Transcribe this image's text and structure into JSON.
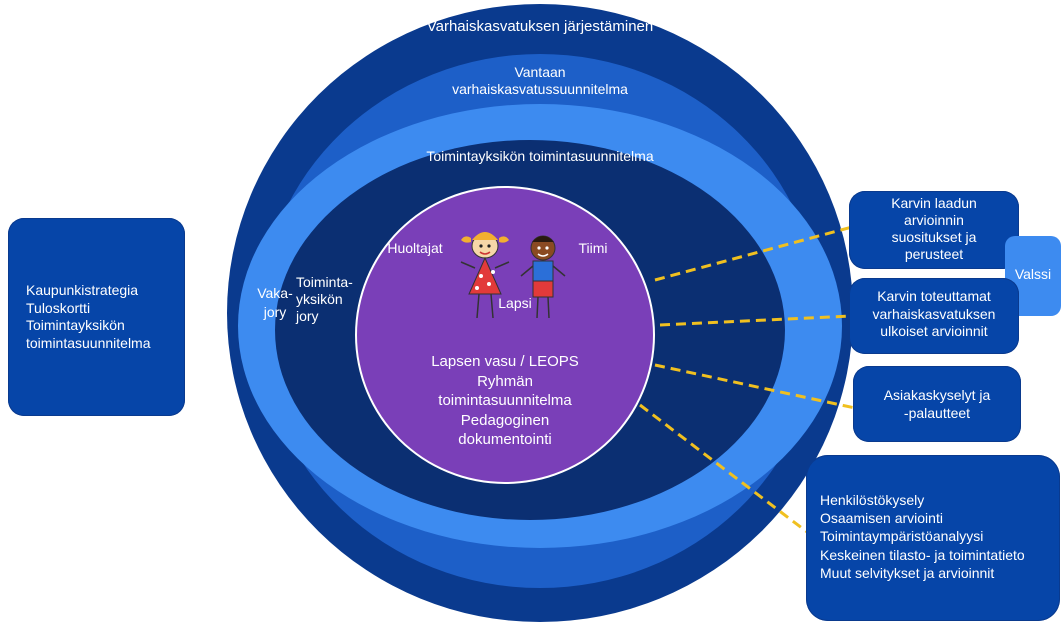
{
  "rings": {
    "outer": "Varhaiskasvatuksen järjestäminen",
    "vantaa": [
      "Vantaan",
      "varhaiskasvatussuunnitelma"
    ],
    "unit": "Toimintayksikön toimintasuunnitelma",
    "vakajory": [
      "Vaka-",
      "jory"
    ],
    "toimintajory": [
      "Toiminta-",
      "yksikön",
      "jory"
    ]
  },
  "center": {
    "left_label": "Huoltajat",
    "right_label": "Tiimi",
    "child_label": "Lapsi",
    "lines": [
      "Lapsen vasu / LEOPS",
      "Ryhmän",
      "toimintasuunnitelma",
      "Pedagoginen",
      "dokumentointi"
    ]
  },
  "left_box": {
    "lines": [
      "Kaupunkistrategia",
      "Tuloskortti",
      "Toimintayksikön",
      "toimintasuunnitelma"
    ]
  },
  "right_boxes": {
    "karvi_recommendations": [
      "Karvin laadun",
      "arvioinnin",
      "suositukset ja",
      "perusteet"
    ],
    "valssi": "Valssi",
    "karvi_external": [
      "Karvin toteuttamat",
      "varhaiskasvatuksen",
      "ulkoiset arvioinnit"
    ],
    "customer_surveys": [
      "Asiakaskyselyt ja",
      "-palautteet"
    ],
    "staff": [
      "Henkilöstökysely",
      "Osaamisen arviointi",
      "Toimintaympäristöanalyysi",
      "Keskeinen tilasto- ja toimintatieto",
      "Muut selvitykset ja arvioinnit"
    ]
  },
  "colors": {
    "outer_ring": "#0a3a8e",
    "second_ring": "#1d5fc8",
    "third_ring": "#3d8bf0",
    "fourth_ring": "#0b2f72",
    "center": "#7a3fb8",
    "boxes": "#0645a8",
    "valssi": "#3d8bf0",
    "connector": "#f0c020"
  }
}
